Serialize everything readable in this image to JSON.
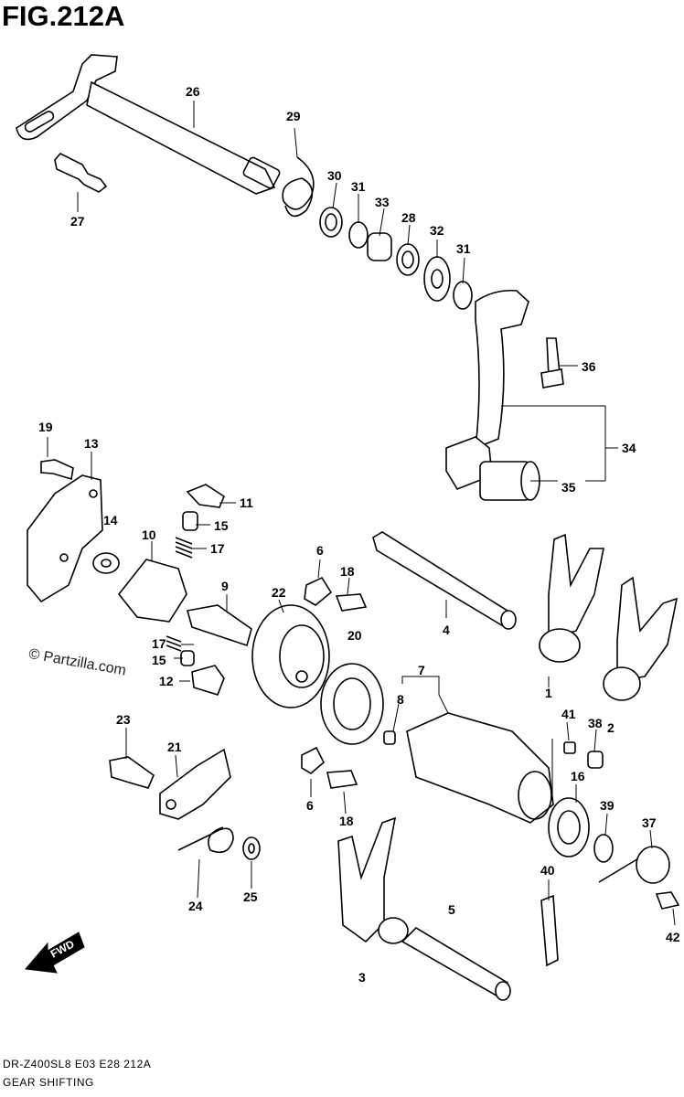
{
  "title": "FIG.212A",
  "watermark": "© Partzilla.com",
  "fwd_label": "FWD",
  "footer": {
    "code": "DR-Z400SL8 E03 E28 212A",
    "name": "GEAR SHIFTING"
  },
  "labels": [
    "1",
    "2",
    "3",
    "4",
    "5",
    "6",
    "6",
    "7",
    "8",
    "9",
    "10",
    "11",
    "12",
    "13",
    "14",
    "15",
    "15",
    "16",
    "17",
    "17",
    "18",
    "18",
    "19",
    "20",
    "21",
    "22",
    "23",
    "24",
    "25",
    "26",
    "27",
    "28",
    "29",
    "30",
    "31",
    "31",
    "32",
    "33",
    "34",
    "35",
    "36",
    "37",
    "38",
    "39",
    "40",
    "41",
    "42"
  ]
}
